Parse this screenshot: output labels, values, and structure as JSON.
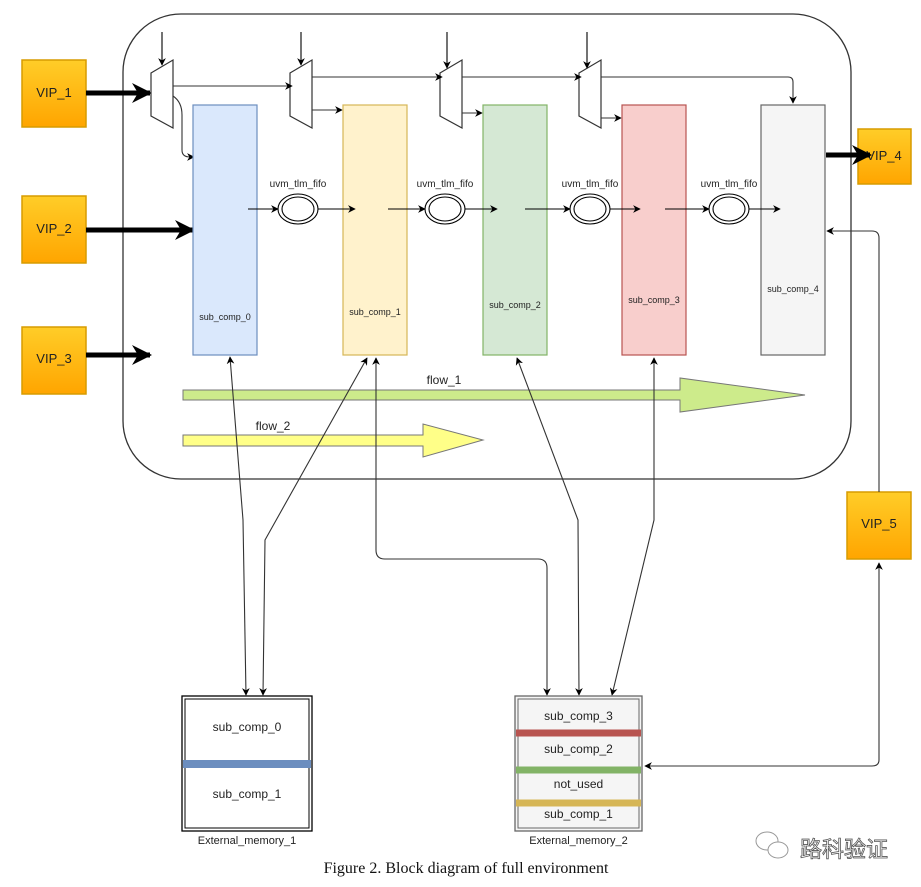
{
  "diagram": {
    "vips": [
      {
        "id": "vip1",
        "label": "VIP_1"
      },
      {
        "id": "vip2",
        "label": "VIP_2"
      },
      {
        "id": "vip3",
        "label": "VIP_3"
      },
      {
        "id": "vip4",
        "label": "VIP_4"
      },
      {
        "id": "vip5",
        "label": "VIP_5"
      }
    ],
    "sub_components": [
      {
        "label": "sub_comp_0",
        "fill": "#dae8fc",
        "stroke": "#6c8ebf"
      },
      {
        "label": "sub_comp_1",
        "fill": "#fff2cc",
        "stroke": "#d6b656"
      },
      {
        "label": "sub_comp_2",
        "fill": "#d5e8d4",
        "stroke": "#82b366"
      },
      {
        "label": "sub_comp_3",
        "fill": "#f8cecc",
        "stroke": "#b85450"
      },
      {
        "label": "sub_comp_4",
        "fill": "#f5f5f5",
        "stroke": "#666666"
      }
    ],
    "fifos": [
      {
        "label": "uvm_tlm_fifo"
      },
      {
        "label": "uvm_tlm_fifo"
      },
      {
        "label": "uvm_tlm_fifo"
      },
      {
        "label": "uvm_tlm_fifo"
      }
    ],
    "flows": [
      {
        "label": "flow_1",
        "fill": "#cdeb8b"
      },
      {
        "label": "flow_2",
        "fill": "#ffff88"
      }
    ],
    "memories": [
      {
        "label": "External_memory_1",
        "regions": [
          {
            "label": "sub_comp_0"
          },
          {
            "label": "sub_comp_1"
          }
        ],
        "separators": [
          "#6c8ebf"
        ]
      },
      {
        "label": "External_memory_2",
        "regions": [
          {
            "label": "sub_comp_3"
          },
          {
            "label": "sub_comp_2"
          },
          {
            "label": "not_used"
          },
          {
            "label": "sub_comp_1"
          }
        ],
        "separators": [
          "#b85450",
          "#82b366",
          "#d6b656"
        ]
      }
    ],
    "colors": {
      "vip_fill_top": "#ffcd28",
      "vip_fill_bottom": "#ffa500",
      "vip_stroke": "#d79b00"
    }
  },
  "caption": "Figure 2. Block diagram of full environment",
  "watermark": "路科验证"
}
